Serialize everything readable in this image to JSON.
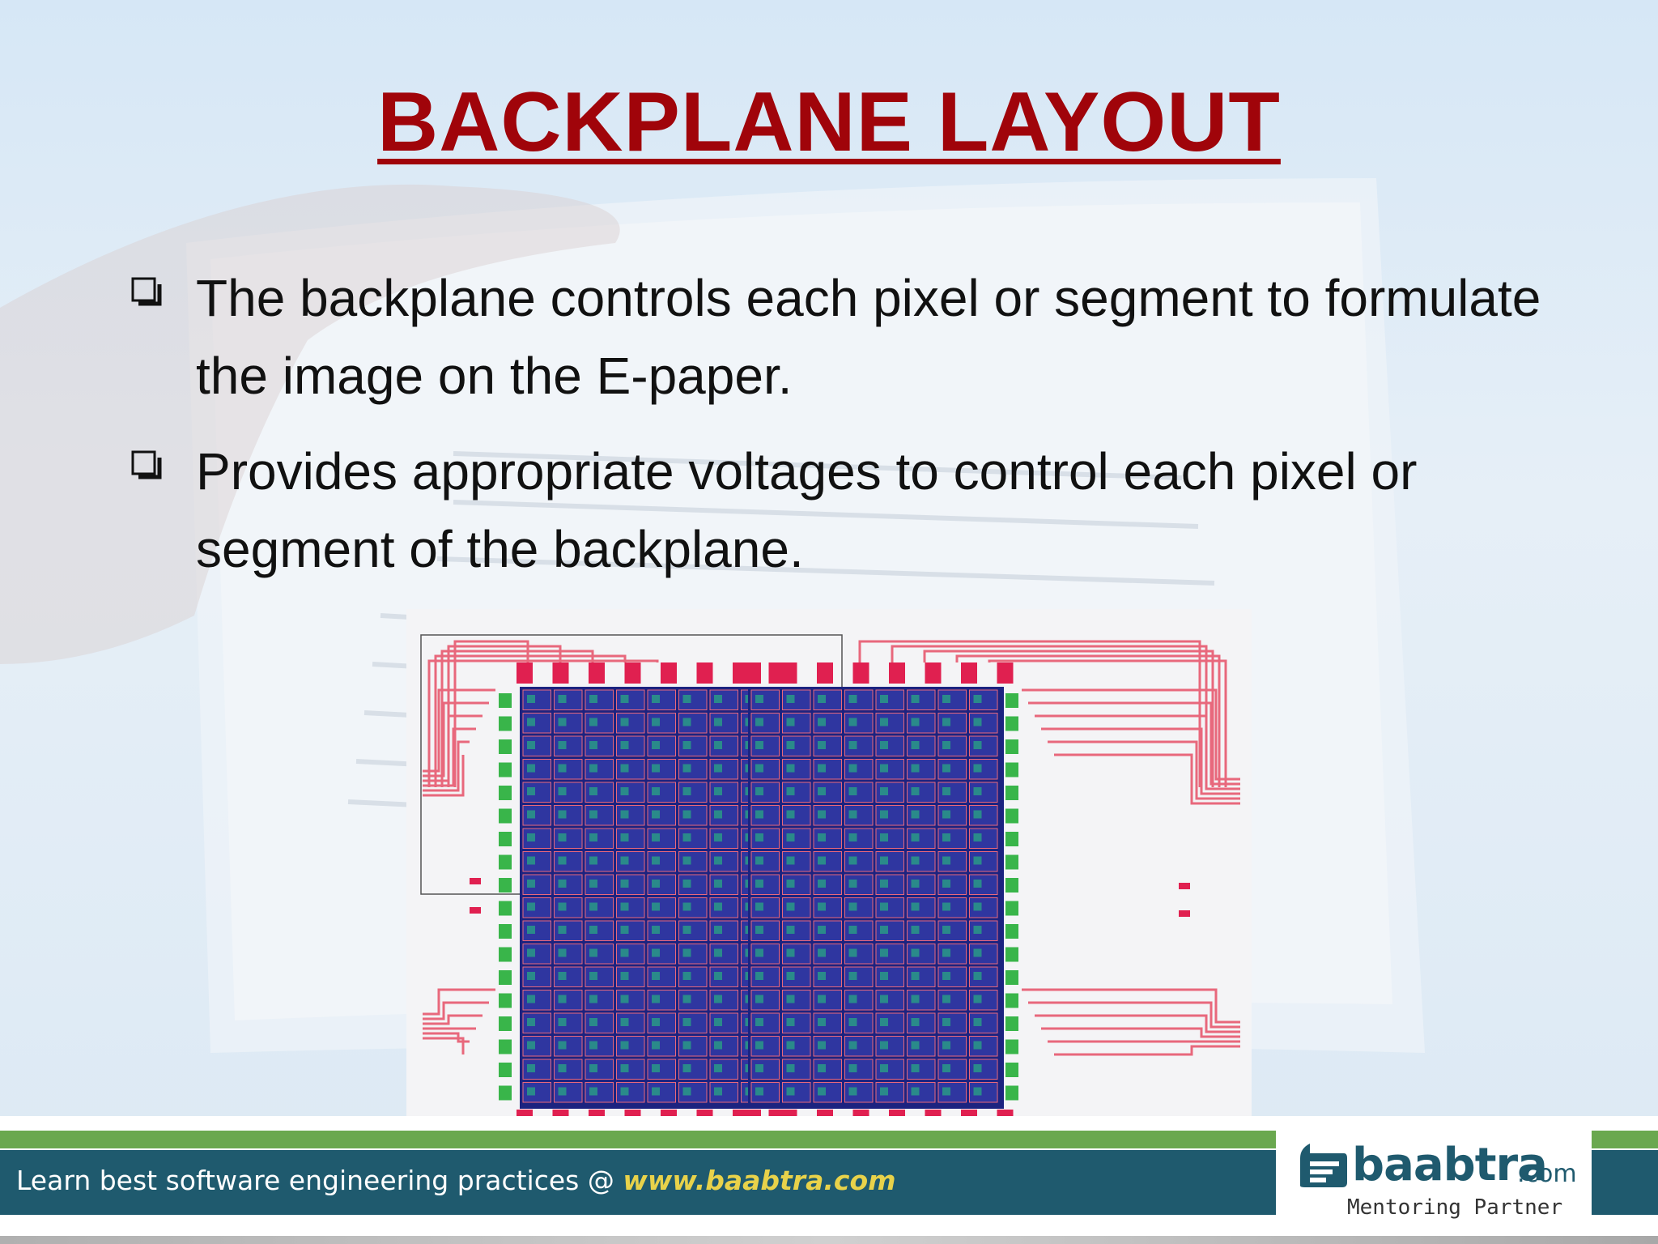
{
  "slide": {
    "title": "BACKPLANE LAYOUT",
    "bullets": [
      {
        "line1": "The backplane controls each pixel or segment to formulate",
        "line2": "the image on the E-paper."
      },
      {
        "line1": "Provides appropriate voltages to control each pixel or",
        "line2": "segment of the backplane."
      }
    ],
    "bullet_icon": "checkbox-square-icon"
  },
  "colors": {
    "title": "#a0040a",
    "pixel_blue": "#2f36a0",
    "trace_pink": "#e8687c",
    "pad_green": "#39b54a",
    "footer_band": "#1f5a6e",
    "footer_green": "#6aa84f"
  },
  "diagram": {
    "type": "backplane-layout-image",
    "pixel_rows": 18,
    "pixel_cols": 16
  },
  "footer": {
    "tagline": "Learn best software engineering practices @ ",
    "url": "www.baabtra.com"
  },
  "logo": {
    "word": "baabtra",
    "suffix": ".com",
    "tagline": "Mentoring Partner"
  }
}
